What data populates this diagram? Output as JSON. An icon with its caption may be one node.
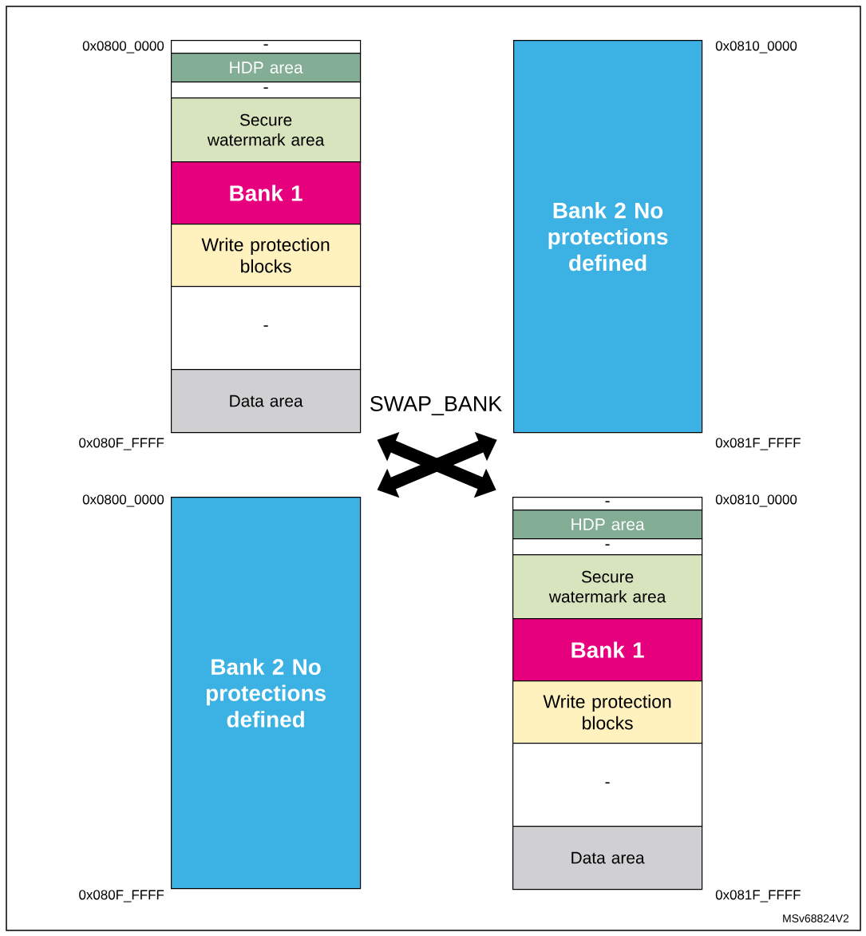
{
  "diagram": {
    "nodes": [
      {
        "text": [
          "-"
        ]
      },
      {
        "text": [
          "HDP area"
        ]
      },
      {
        "text": [
          "-"
        ]
      },
      {
        "text": [
          "Secure watermark area"
        ]
      },
      {
        "text": [
          "Bank 1"
        ]
      },
      {
        "text": [
          "Write protection blocks"
        ]
      },
      {
        "text": [
          "-"
        ]
      },
      {
        "text": [
          "Data area"
        ]
      },
      {
        "text": [
          "Bank 2 No protections defined"
        ]
      },
      {
        "text": [
          "Bank 2 No protections defined"
        ]
      },
      {
        "text": [
          "-"
        ]
      },
      {
        "text": [
          "HDP area"
        ]
      },
      {
        "text": [
          "-"
        ]
      },
      {
        "text": [
          "Secure watermark area"
        ]
      },
      {
        "text": [
          "Bank 1"
        ]
      },
      {
        "text": [
          "Write protection blocks"
        ]
      },
      {
        "text": [
          "-"
        ]
      },
      {
        "text": [
          "Data area"
        ]
      }
    ],
    "edges": [
      {
        "from": 7,
        "to": 10,
        "arrow": "both"
      },
      {
        "from": 9,
        "to": 8,
        "arrow": "both"
      }
    ],
    "labels": [
      "0x0800_0000",
      "0x0810_0000",
      "SWAP_BANK",
      "0x080F_FFFF",
      "0x081F_FFFF",
      "0x0800_0000",
      "0x0810_0000",
      "0x080F_FFFF",
      "0x081F_FFFF",
      "MSv68824V2"
    ]
  }
}
